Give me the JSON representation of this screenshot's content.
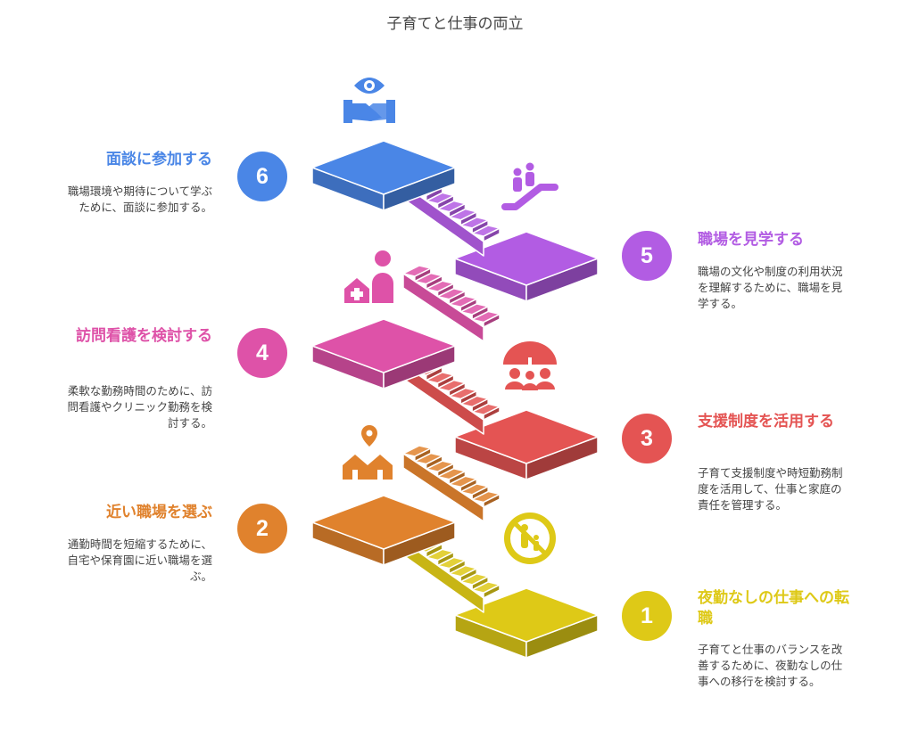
{
  "title": "子育てと仕事の両立",
  "colors": {
    "step1": "#DEC917",
    "step2": "#E0822D",
    "step3": "#E45453",
    "step4": "#DE52A8",
    "step5": "#B25CE3",
    "step6": "#4A86E6"
  },
  "steps": [
    {
      "number": "1",
      "title": "夜勤なしの仕事への転職",
      "description": "子育てと仕事のバランスを改善するために、夜勤なしの仕事への移行を検討する。",
      "icon": "no-night-shift-icon"
    },
    {
      "number": "2",
      "title": "近い職場を選ぶ",
      "description": "通勤時間を短縮するために、自宅や保育園に近い職場を選ぶ。",
      "icon": "location-homes-icon"
    },
    {
      "number": "3",
      "title": "支援制度を活用する",
      "description": "子育て支援制度や時短勤務制度を活用して、仕事と家庭の責任を管理する。",
      "icon": "umbrella-family-icon"
    },
    {
      "number": "4",
      "title": "訪問看護を検討する",
      "description": "柔軟な勤務時間のために、訪問看護やクリニック勤務を検討する。",
      "icon": "nurse-clinic-icon"
    },
    {
      "number": "5",
      "title": "職場を見学する",
      "description": "職場の文化や制度の利用状況を理解するために、職場を見学する。",
      "icon": "escalator-people-icon"
    },
    {
      "number": "6",
      "title": "面談に参加する",
      "description": "職場環境や期待について学ぶために、面談に参加する。",
      "icon": "eye-handshake-icon"
    }
  ]
}
